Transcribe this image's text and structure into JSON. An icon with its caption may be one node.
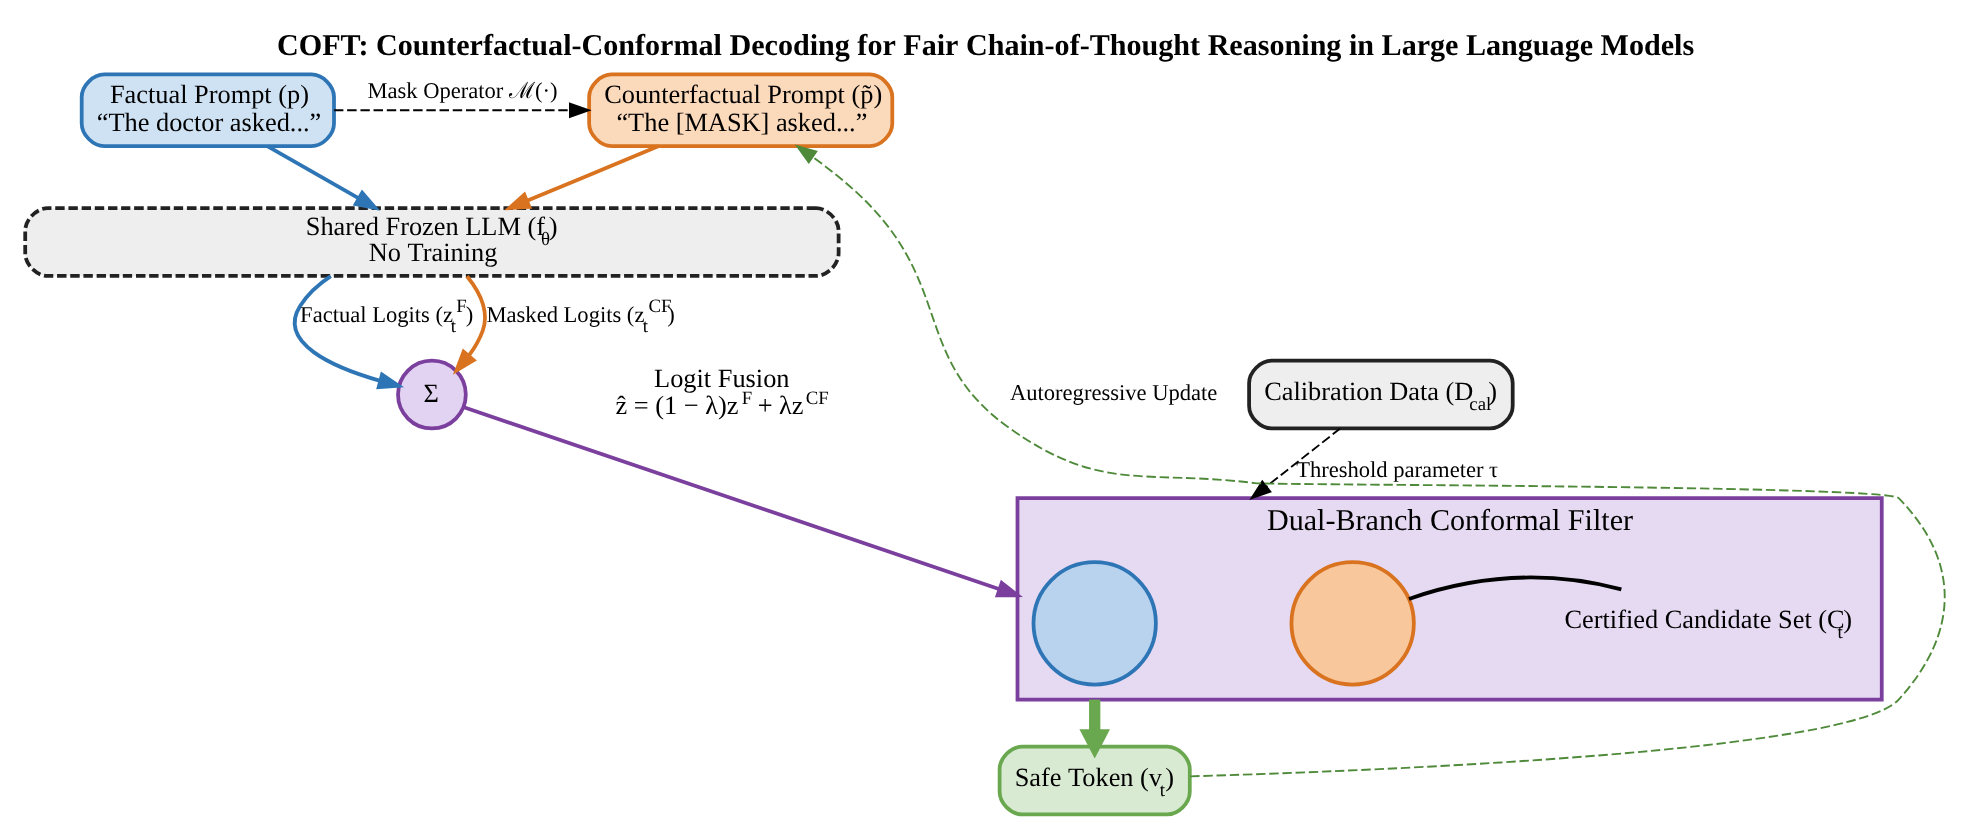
{
  "diagram": {
    "title": "COFT: Counterfactual-Conformal Decoding for Fair Chain-of-Thought Reasoning in Large Language Models",
    "nodes": [
      {
        "text": [
          "Factual Prompt (p)",
          "“The doctor asked...”"
        ]
      },
      {
        "text": [
          "Counterfactual Prompt (p̃)",
          "“The [MASK] asked...”"
        ]
      },
      {
        "text": [
          "Shared Frozen LLM (f$_{θ}$)",
          "No Training"
        ]
      },
      {
        "text": [
          "Σ"
        ],
        "beside": [
          "Logit Fusion",
          "ẑ = (1 − λ)z$^{F}$ + λz$^{CF}$"
        ]
      },
      {
        "text": [
          "Dual-Branch Conformal Filter"
        ]
      },
      {
        "text": [],
        "shape": "circle",
        "in": 4
      },
      {
        "text": [],
        "shape": "circle",
        "in": 4
      },
      {
        "text": [
          "Certified Candidate Set (C$_{t}$)"
        ],
        "in": 4
      },
      {
        "text": [
          "Calibration Data (D$_{cal}$)"
        ]
      },
      {
        "text": [
          "Safe Token (v$_{t}$)"
        ]
      }
    ],
    "edges": [
      {
        "from": 0,
        "to": 1,
        "arrow": "to",
        "style": "dashed",
        "label": "Mask Operator ℳ(·)"
      },
      {
        "from": 0,
        "to": 2,
        "arrow": "to",
        "color": "#2e75b6"
      },
      {
        "from": 1,
        "to": 2,
        "arrow": "to",
        "color": "#d9731f"
      },
      {
        "from": 2,
        "to": 3,
        "arrow": "to",
        "color": "#2e75b6",
        "label": "Factual Logits (z$_{t}$$^{F}$)"
      },
      {
        "from": 2,
        "to": 3,
        "arrow": "to",
        "color": "#d9731f",
        "label": "Masked Logits (z$_{t}$$^{CF}$)"
      },
      {
        "from": 3,
        "to": 4,
        "arrow": "to",
        "color": "#7b3f9e"
      },
      {
        "from": 8,
        "to": 4,
        "arrow": "to",
        "style": "dashed",
        "label": "Threshold parameter τ"
      },
      {
        "from": 4,
        "to": 9,
        "arrow": "to",
        "style": "thick",
        "color": "#6aa84f"
      },
      {
        "from": 9,
        "to": 1,
        "arrow": "to",
        "style": "dashed",
        "color": "#4f8a3a",
        "label": "Autoregressive Update"
      },
      {
        "from": 7,
        "to": 6,
        "arrow": "none"
      }
    ]
  }
}
